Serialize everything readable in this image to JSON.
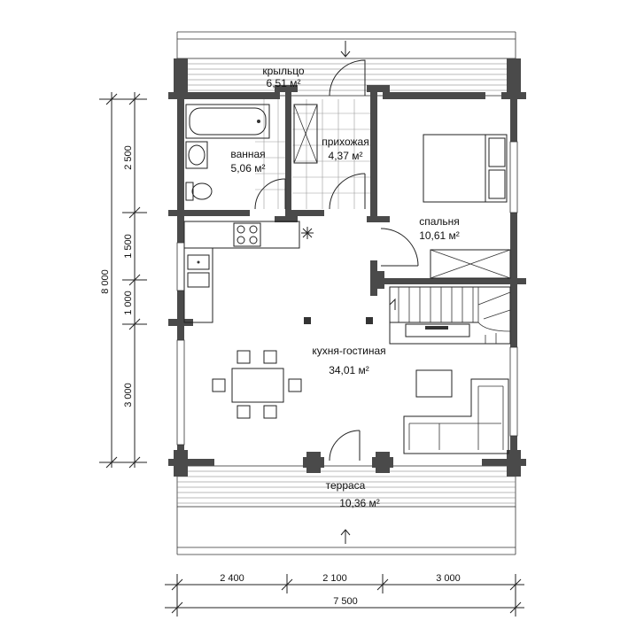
{
  "rooms": {
    "porch": {
      "name": "крыльцо",
      "area": "6,51 м²"
    },
    "bathroom": {
      "name": "ванная",
      "area": "5,06 м²"
    },
    "hall": {
      "name": "прихожая",
      "area": "4,37 м²"
    },
    "bedroom": {
      "name": "спальня",
      "area": "10,61 м²"
    },
    "kitchen_living": {
      "name": "кухня-гостиная",
      "area": "34,01 м²"
    },
    "terrace": {
      "name": "терраса",
      "area": "10,36 м²"
    }
  },
  "dimensions": {
    "horizontal": [
      "2 400",
      "2 100",
      "3 000"
    ],
    "horizontal_total": "7 500",
    "vertical": [
      "2 500",
      "1 500",
      "1 000",
      "3 000"
    ],
    "vertical_total": "8 000"
  },
  "colors": {
    "wall": "#4a4a4a",
    "line": "#222222",
    "background": "#ffffff"
  },
  "icons": [
    "stove-icon",
    "sink-icon",
    "fridge-fan-icon",
    "bathtub-icon",
    "toilet-icon",
    "washbasin-icon",
    "bed-icon",
    "staircase-icon",
    "sofa-icon",
    "dining-table-icon",
    "tv-unit-icon",
    "entry-arrow-icon"
  ]
}
